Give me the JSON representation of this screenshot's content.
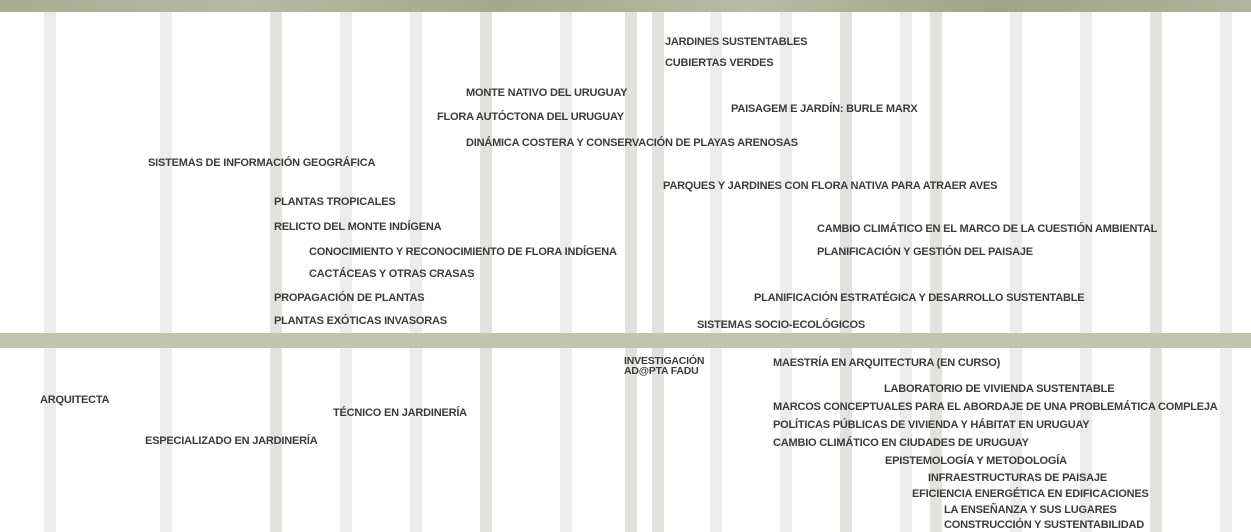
{
  "upper_topics": [
    "JARDINES SUSTENTABLES",
    "CUBIERTAS VERDES",
    "MONTE NATIVO DEL URUGUAY",
    "PAISAGEM E JARDÍN: BURLE MARX",
    "FLORA AUTÓCTONA DEL URUGUAY",
    "DINÁMICA COSTERA Y CONSERVACIÓN DE PLAYAS ARENOSAS",
    "SISTEMAS DE INFORMACIÓN GEOGRÁFICA",
    "PARQUES Y JARDINES CON FLORA NATIVA PARA ATRAER AVES",
    "PLANTAS TROPICALES",
    "RELICTO DEL MONTE INDÍGENA",
    "CAMBIO CLIMÁTICO EN EL MARCO DE LA CUESTIÓN AMBIENTAL",
    "CONOCIMIENTO Y RECONOCIMIENTO DE FLORA INDÍGENA",
    "PLANIFICACIÓN Y GESTIÓN DEL PAISAJE",
    "CACTÁCEAS Y OTRAS CRASAS",
    "PROPAGACIÓN DE PLANTAS",
    "PLANIFICACIÓN ESTRATÉGICA Y DESARROLLO SUSTENTABLE",
    "PLANTAS EXÓTICAS INVASORAS",
    "SISTEMAS SOCIO-ECOLÓGICOS"
  ],
  "lower_items": [
    "INVESTIGACIÓN",
    "AD@PTA FADU",
    "MAESTRÍA EN ARQUITECTURA (EN CURSO)",
    "LABORATORIO DE VIVIENDA SUSTENTABLE",
    "ARQUITECTA",
    "MARCOS CONCEPTUALES PARA EL ABORDAJE DE UNA PROBLEMÁTICA COMPLEJA",
    "TÉCNICO EN JARDINERÍA",
    "POLÍTICAS PÚBLICAS DE VIVIENDA Y HÁBITAT EN URUGUAY",
    "ESPECIALIZADO EN JARDINERÍA",
    "CAMBIO CLIMÁTICO EN CIUDADES DE URUGUAY",
    "EPISTEMOLOGÍA Y METODOLOGÍA",
    "INFRAESTRUCTURAS DE PAISAJE",
    "EFICIENCIA ENERGÉTICA EN EDIFICACIONES",
    "LA ENSEÑANZA Y SUS LUGARES",
    "CONSTRUCCIÓN Y SUSTENTABILIDAD"
  ]
}
